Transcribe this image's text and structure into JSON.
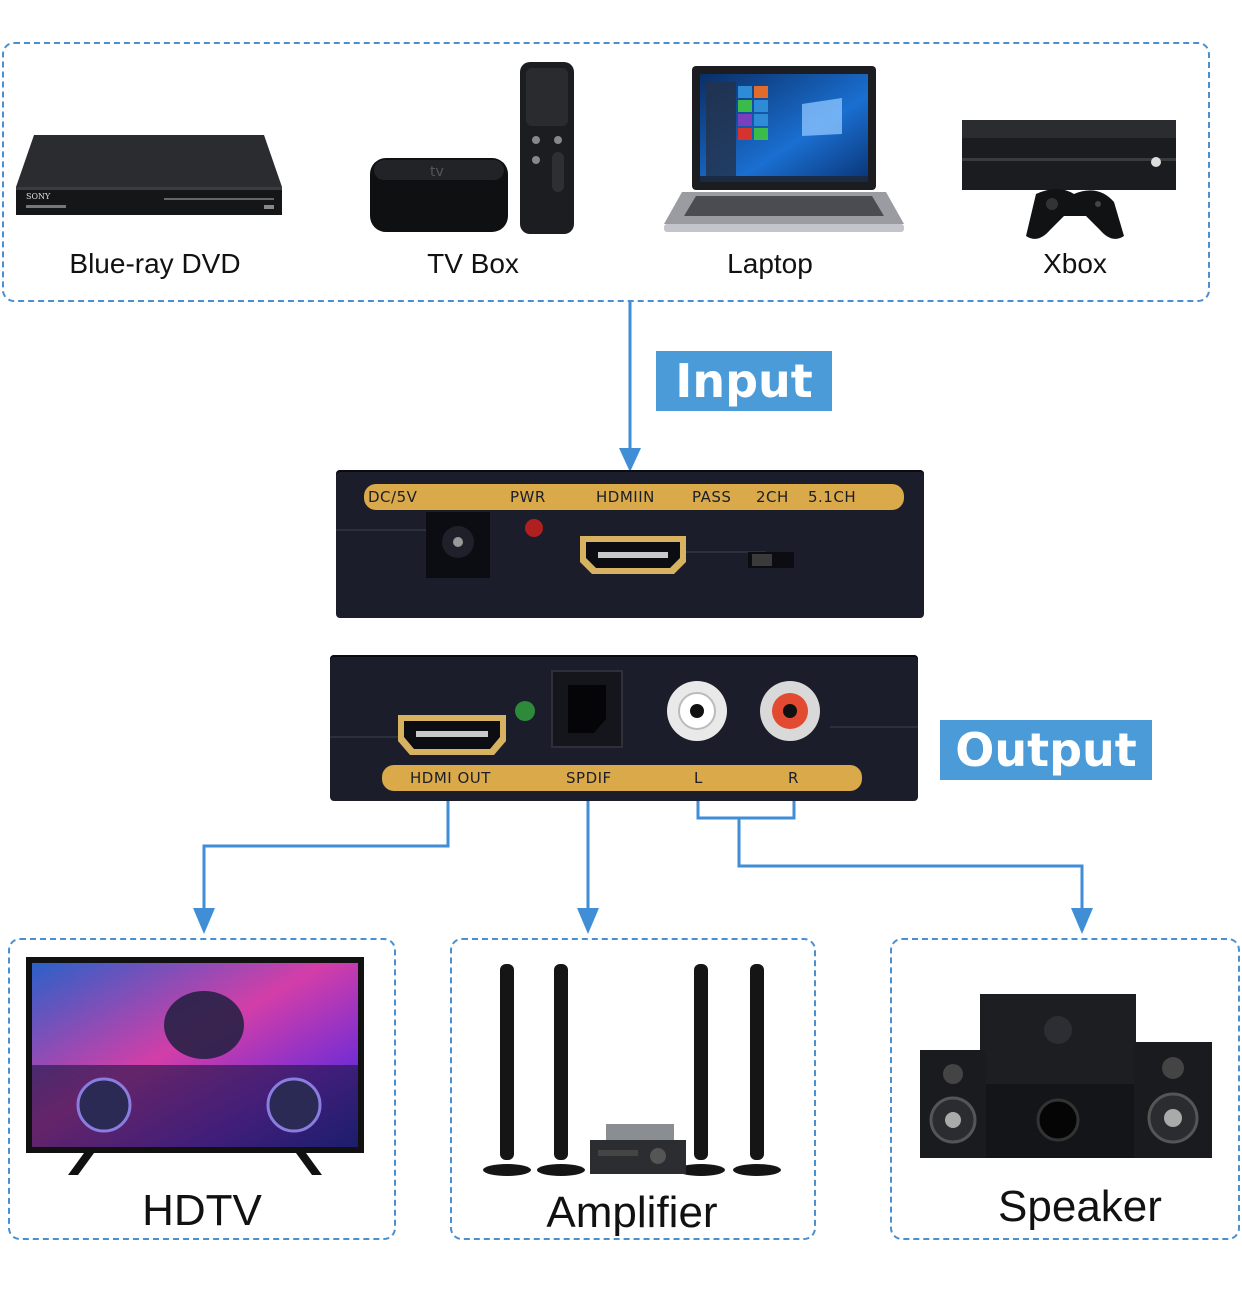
{
  "sources": {
    "devices": [
      {
        "label": "Blue-ray DVD",
        "icon": "bluray-player-icon",
        "brand": "SONY"
      },
      {
        "label": "TV Box",
        "icon": "tv-box-icon",
        "brand": "tv"
      },
      {
        "label": "Laptop",
        "icon": "laptop-icon"
      },
      {
        "label": "Xbox",
        "icon": "xbox-console-icon"
      }
    ]
  },
  "tags": {
    "input": "Input",
    "output": "Output"
  },
  "input_panel": {
    "labels": {
      "dc": "DC/5V",
      "pwr": "PWR",
      "hdmi_in": "HDMIIN",
      "pass": "PASS",
      "ch2": "2CH",
      "ch51": "5.1CH"
    }
  },
  "output_panel": {
    "labels": {
      "hdmi_out": "HDMI OUT",
      "spdif": "SPDIF",
      "l": "L",
      "r": "R"
    }
  },
  "destinations": {
    "devices": [
      {
        "label": "HDTV",
        "icon": "hdtv-icon"
      },
      {
        "label": "Amplifier",
        "icon": "amplifier-speaker-set-icon"
      },
      {
        "label": "Speaker",
        "icon": "speaker-system-icon"
      }
    ]
  },
  "colors": {
    "accent": "#4a9bd8",
    "panel": "#1b1e2a",
    "strip": "#d9a94a"
  }
}
